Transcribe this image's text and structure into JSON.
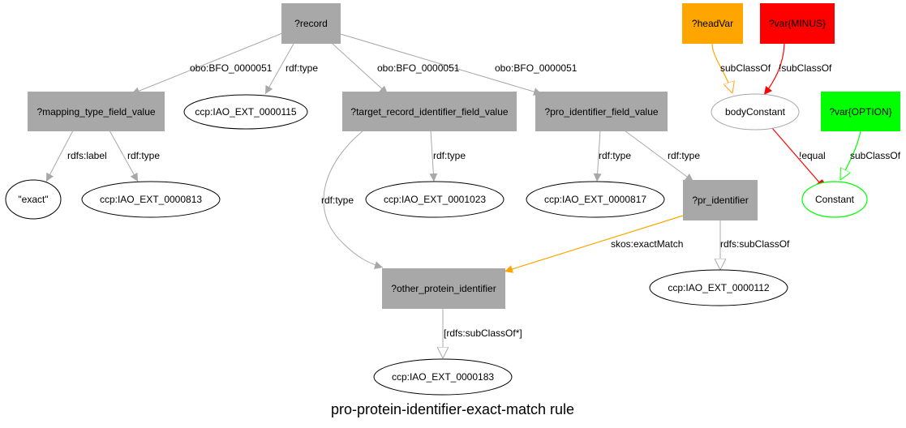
{
  "title": "pro-protein-identifier-exact-match rule",
  "nodes": {
    "record": "?record",
    "mapping_type": "?mapping_type_field_value",
    "ccp115": "ccp:IAO_EXT_0000115",
    "target_record": "?target_record_identifier_field_value",
    "pro_identifier": "?pro_identifier_field_value",
    "exact": "\"exact\"",
    "ccp813": "ccp:IAO_EXT_0000813",
    "ccp1023": "ccp:IAO_EXT_0001023",
    "ccp817": "ccp:IAO_EXT_0000817",
    "pr_identifier": "?pr_identifier",
    "other_protein": "?other_protein_identifier",
    "ccp112": "ccp:IAO_EXT_0000112",
    "ccp183": "ccp:IAO_EXT_0000183",
    "headVar": "?headVar",
    "varMinus": "?var{MINUS}",
    "bodyConstant": "bodyConstant",
    "varOption": "?var{OPTION}",
    "constant": "Constant"
  },
  "edges": {
    "bfo1": "obo:BFO_0000051",
    "rdftype_record": "rdf:type",
    "bfo2": "obo:BFO_0000051",
    "bfo3": "obo:BFO_0000051",
    "rdfs_label": "rdfs:label",
    "rdftype_mapping": "rdf:type",
    "rdftype_target_other": "rdf:type",
    "rdftype_target_1023": "rdf:type",
    "rdftype_pro_817": "rdf:type",
    "rdftype_pro_pr": "rdf:type",
    "skos_exact": "skos:exactMatch",
    "rdfs_subclass_pr": "rdfs:subClassOf",
    "rdfs_subclass_star": "[rdfs:subClassOf*]",
    "subclass_head": "subClassOf",
    "not_subclass": "!subClassOf",
    "not_equal": "!equal",
    "subclass_option": "subClassOf"
  },
  "colors": {
    "rect_fill": "#a8a8a8",
    "edge_gray": "#a8a8a8",
    "orange": "#ffa500",
    "red": "#ff0000",
    "green": "#00ff00"
  }
}
